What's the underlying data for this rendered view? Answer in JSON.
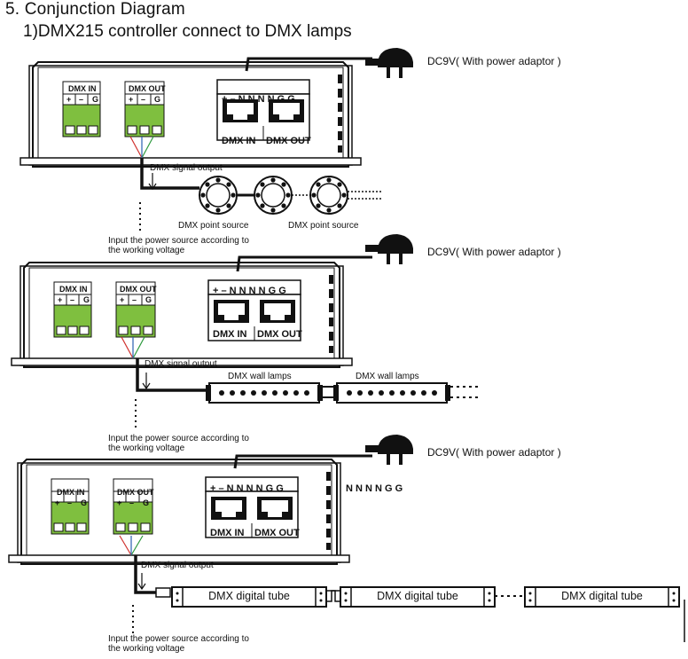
{
  "header": {
    "section_title": "5. Conjunction Diagram",
    "subtitle": "1)DMX215 controller connect to DMX lamps"
  },
  "controller": {
    "dmx_in_label": "DMX  IN",
    "dmx_out_label": "DMX  OUT",
    "terminal_plus": "+",
    "terminal_minus": "–",
    "terminal_g": "G",
    "port_pins_label": "+ – N N N N G G",
    "port_in_label": "DMX  IN",
    "port_out_label": "DMX  OUT"
  },
  "power": {
    "adaptor_label": "DC9V( With power adaptor )"
  },
  "wiring": {
    "signal_output_label": "DMX signal output",
    "input_power_line1": "Input the power source according to",
    "input_power_line2": "the working voltage"
  },
  "panel1": {
    "lamp_label_1": "DMX point source",
    "lamp_label_2": "DMX point source"
  },
  "panel2": {
    "lamp_label_1": "DMX wall lamps",
    "lamp_label_2": "DMX wall lamps"
  },
  "panel3": {
    "pins_label": "N N N N G G",
    "tube_label_1": "DMX digital tube",
    "tube_label_2": "DMX digital tube",
    "tube_label_3": "DMX digital tube"
  },
  "colors": {
    "terminal_green": "#7fbf3f",
    "wire_red": "#d0312d",
    "wire_green": "#2e9a3e",
    "wire_blue": "#2a5fb0"
  }
}
